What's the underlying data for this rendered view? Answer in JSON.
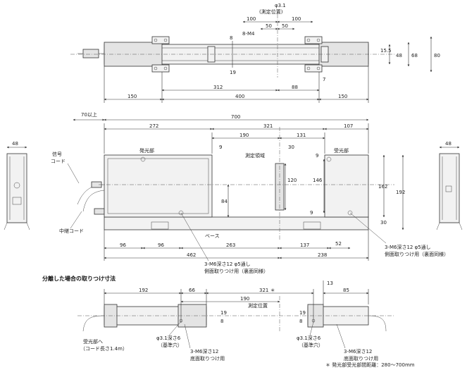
{
  "top_view": {
    "dims": {
      "phi31": "φ3.1",
      "measure_pos": "(測定位置)",
      "d100a": "100",
      "d100b": "100",
      "d50a": "50",
      "d50b": "50",
      "m4": "8-M4",
      "d8": "8",
      "d19": "19",
      "d155": "15.5",
      "d48": "48",
      "d68": "68",
      "d80": "80",
      "d7": "7",
      "d312": "312",
      "d88": "88",
      "d150a": "150",
      "d400": "400",
      "d150b": "150"
    }
  },
  "front_view": {
    "dims": {
      "d70": "70以上",
      "d700": "700",
      "d272": "272",
      "d321": "321",
      "d107": "107",
      "d190": "190",
      "d131": "131",
      "d9a": "9",
      "d30a": "30",
      "d9b": "9",
      "d120": "120",
      "d146": "146",
      "d162": "162",
      "d192": "192",
      "d84": "84",
      "d9c": "9",
      "d30b": "30",
      "d96a": "96",
      "d96b": "96",
      "d263": "263",
      "d137": "137",
      "d52": "52",
      "d462": "462",
      "d238": "238"
    },
    "labels": {
      "emitter": "発光部",
      "receiver": "受光部",
      "area": "測定領域",
      "base": "ベース",
      "note1a": "3-M6深さ12  φ5通し",
      "note1b": "側面取りつけ用（裏面同様）",
      "note2a": "3-M6深さ12  φ5通し",
      "note2b": "側面取りつけ用（裏面同様）"
    }
  },
  "side_views": {
    "left_width": "48",
    "right_width": "48",
    "signal_cord_a": "信号",
    "signal_cord_b": "コード",
    "relay_cord": "中継コード"
  },
  "separated": {
    "title": "分離した場合の取りつけ寸法",
    "dims": {
      "d192": "192",
      "d66": "66",
      "d321": "321 ＊",
      "d190": "190",
      "d13": "13",
      "d85": "85",
      "d19a": "19",
      "d8a": "8",
      "d19b": "19",
      "d8b": "8"
    },
    "labels": {
      "measure_pos": "測定位置",
      "to_receiver_a": "受光部へ",
      "to_receiver_b": "（コード長さ1.4m）",
      "phi_a": "φ3.1深さ6",
      "ref_hole_a": "（基準穴）",
      "m6_a1": "3-M6深さ12",
      "m6_a2": "底面取りつけ用",
      "phi_b": "φ3.1深さ6",
      "ref_hole_b": "（基準穴）",
      "m6_b1": "3-M6深さ12",
      "m6_b2": "底面取りつけ用"
    },
    "footnote": "＊ 発光部受光部間距離：280〜700mm"
  }
}
